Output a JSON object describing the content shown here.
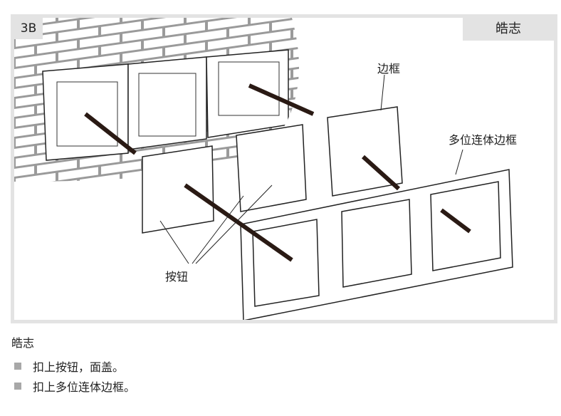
{
  "figure": {
    "step": "3B",
    "brand": "皓志",
    "labels": {
      "frame": "边框",
      "multi_frame": "多位连体边框",
      "buttons": "按钮"
    }
  },
  "caption": {
    "title": "皓志",
    "items": [
      "扣上按钮，面盖。",
      "扣上多位连体边框。"
    ]
  },
  "colors": {
    "panel_border": "#e3e3e3",
    "bullet": "#a8a8a8",
    "brick": "#9a9a9a"
  }
}
